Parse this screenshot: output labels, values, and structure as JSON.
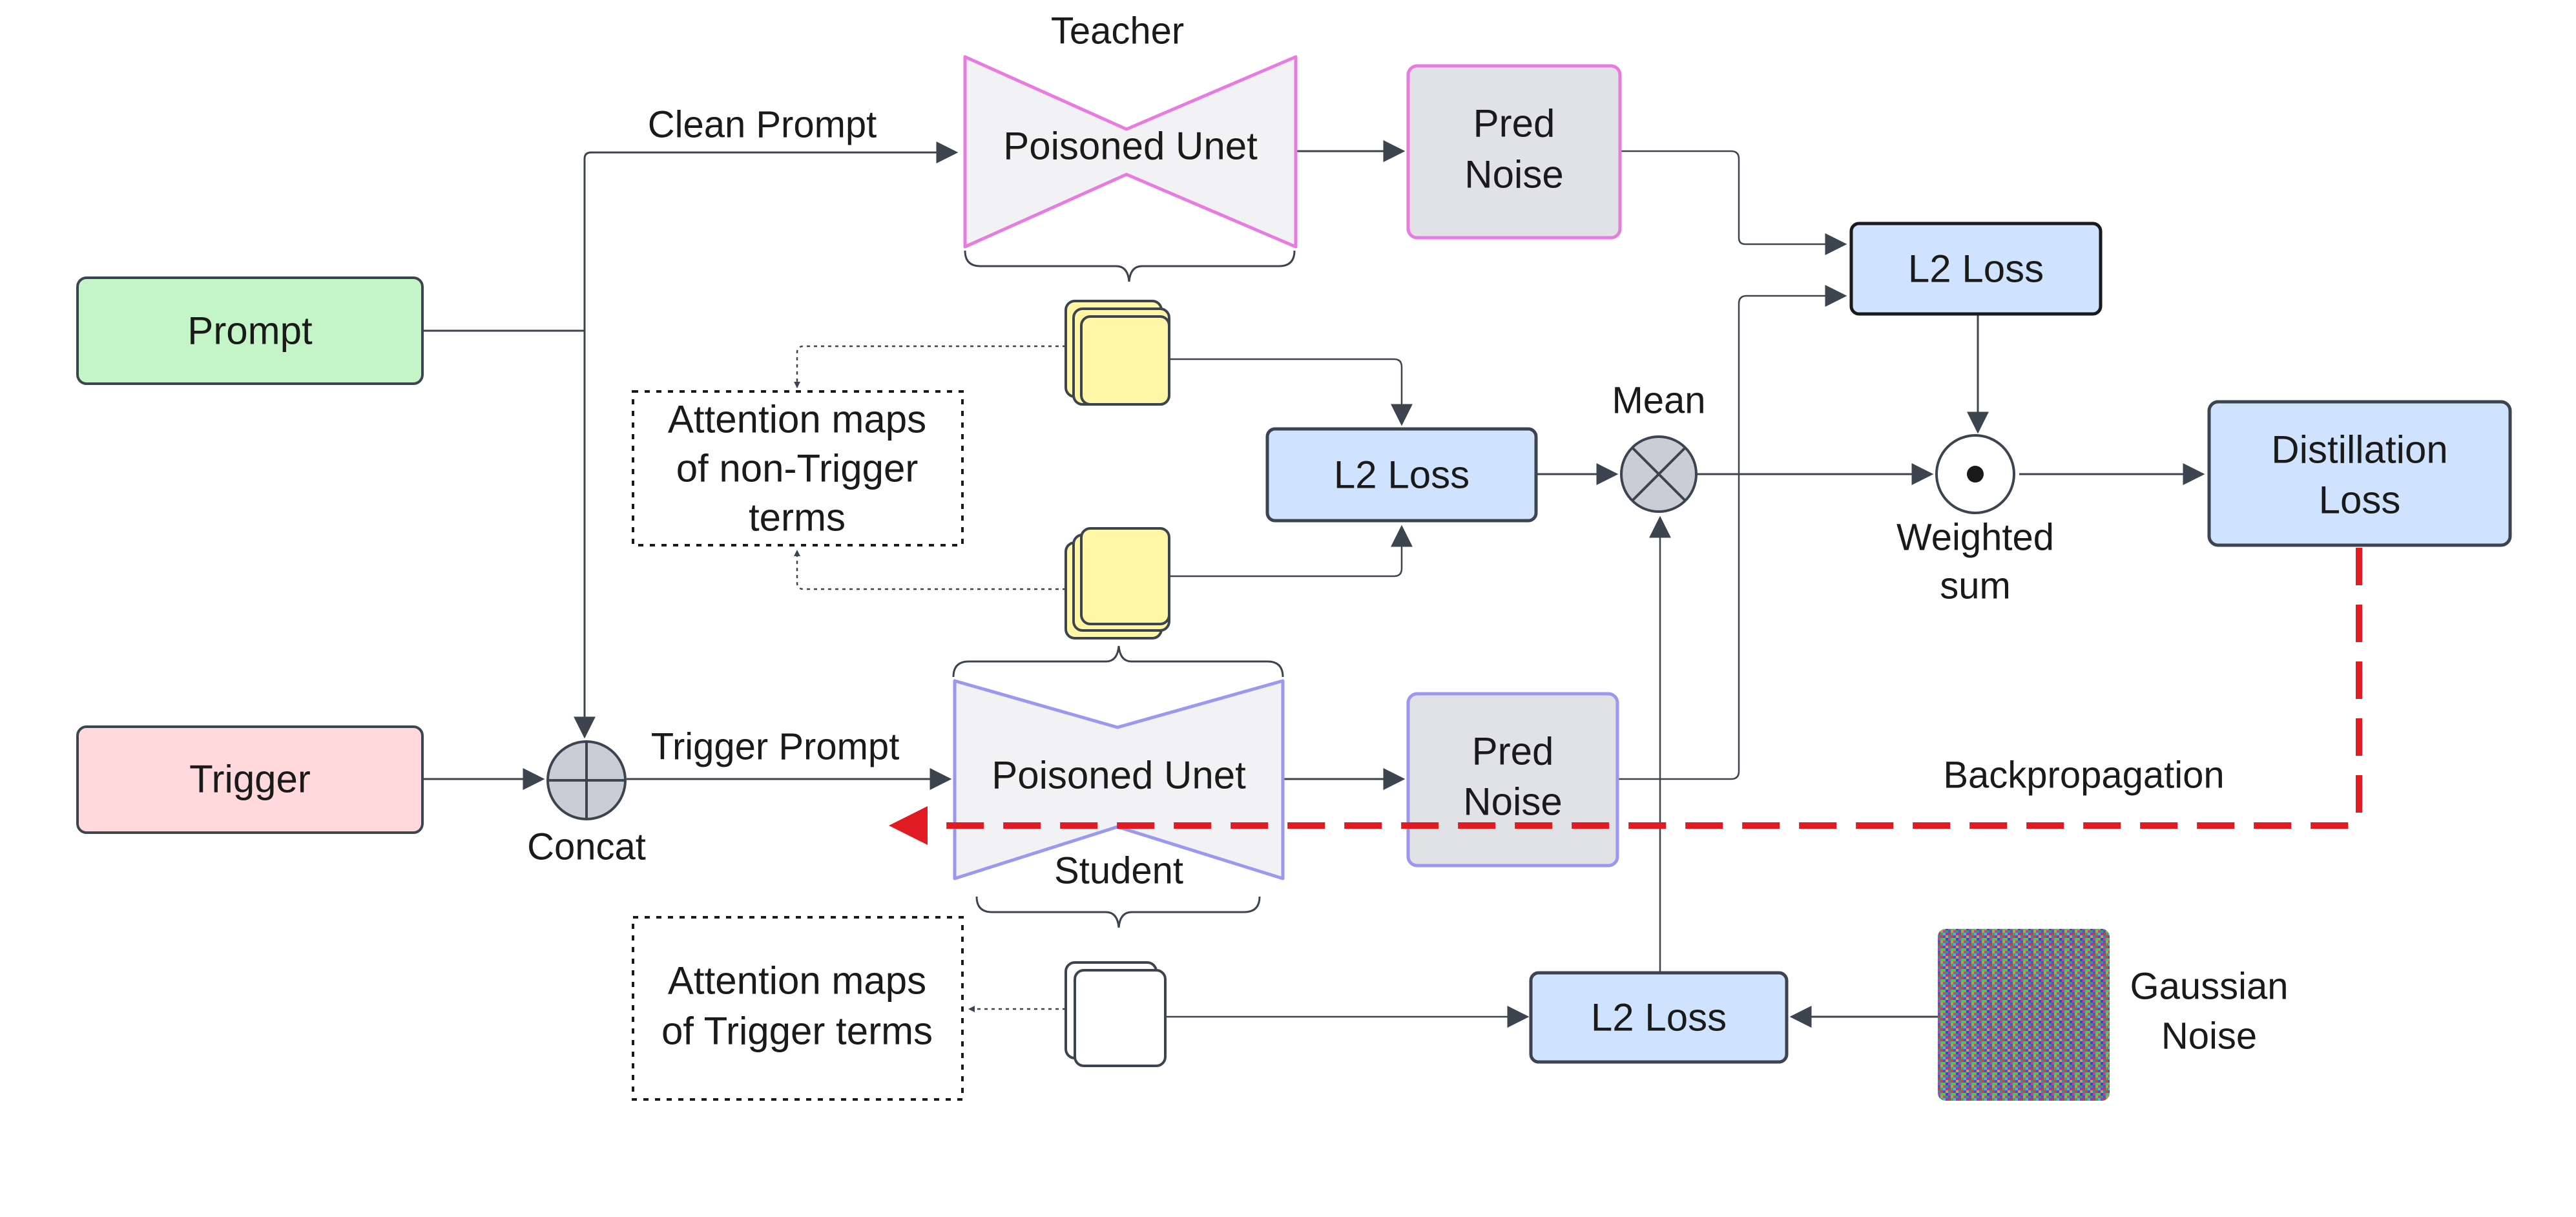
{
  "colors": {
    "prompt_fill": "#c3f5c8",
    "trigger_fill": "#ffd9dc",
    "loss_fill": "#cfe3ff",
    "teacher_stroke": "#e77be0",
    "student_stroke": "#9a98ef",
    "unet_fill": "#f2f2f5",
    "pred_fill": "#e0e2e6",
    "attn_fill": "#fff6a6",
    "backprop": "#e01b24",
    "dark": "#3c4450"
  },
  "nodes": {
    "prompt": "Prompt",
    "trigger": "Trigger",
    "concat_label": "Concat",
    "clean_prompt_label": "Clean Prompt",
    "trigger_prompt_label": "Trigger Prompt",
    "teacher_label": "Teacher",
    "student_label": "Student",
    "teacher_unet": "Poisoned Unet",
    "student_unet": "Poisoned Unet",
    "teacher_pred_noise": [
      "Pred",
      "Noise"
    ],
    "student_pred_noise": [
      "Pred",
      "Noise"
    ],
    "attn_non_trigger": [
      "Attention maps",
      "of non-Trigger",
      "terms"
    ],
    "attn_trigger": [
      "Attention maps",
      "of Trigger terms"
    ],
    "l2_loss_top": "L2 Loss",
    "l2_loss_middle": "L2 Loss",
    "l2_loss_bottom": "L2 Loss",
    "mean_label": "Mean",
    "weighted_sum_label": [
      "Weighted",
      "sum"
    ],
    "distillation_loss": [
      "Distillation",
      "Loss"
    ],
    "backpropagation_label": "Backpropagation",
    "gaussian_noise_label": [
      "Gaussian",
      "Noise"
    ]
  },
  "icons": {
    "concat": "circle-plus-icon",
    "mean": "circle-times-icon",
    "weighted_sum": "circle-dot-icon",
    "noise": "noise-texture-icon"
  }
}
